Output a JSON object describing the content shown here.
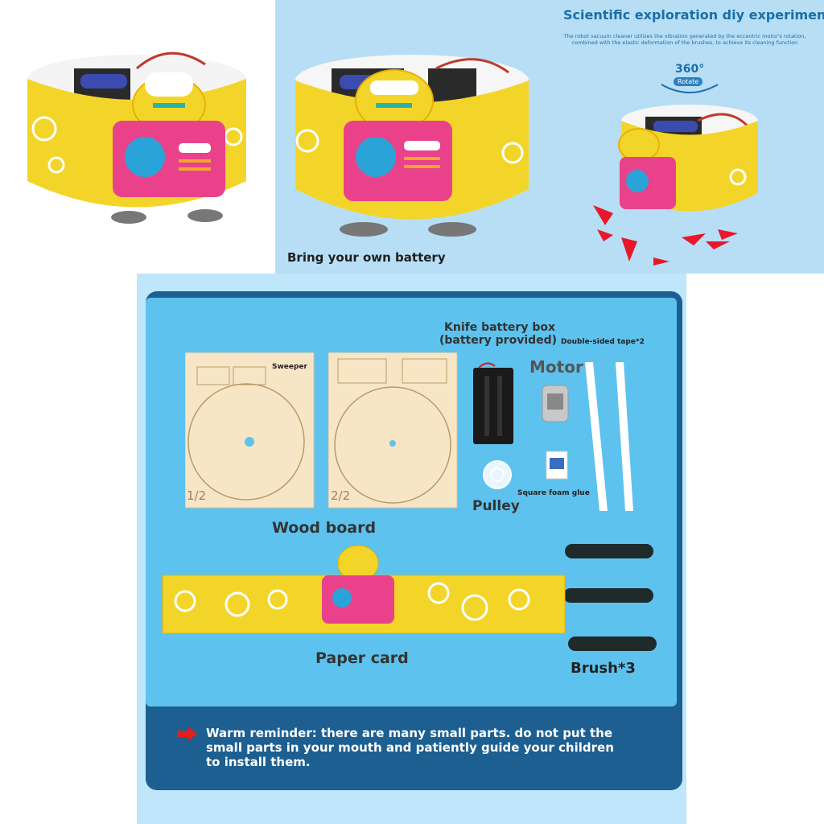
{
  "header": {
    "title": "Scientific exploration diy experiment",
    "subtitle_line1": "The robot vacuum cleaner utilizes the vibration generated by the eccentric motor's rotation,",
    "subtitle_line2": "combined with the elastic deformation of the brushes, to achieve its cleaning function"
  },
  "rotate": {
    "value": "360°",
    "label": "Rotate"
  },
  "captions": {
    "battery": "Bring your own battery"
  },
  "parts": {
    "wood_board": "Wood board",
    "sweeper": "Sweeper",
    "board1_num": "1/2",
    "board2_num": "2/2",
    "battery_box_line1": "Knife battery box",
    "battery_box_line2": "(battery provided)",
    "motor": "Motor",
    "tape": "Double-sided tape*2",
    "foam": "Square foam glue",
    "pulley": "Pulley",
    "paper_card": "Paper card",
    "brush": "Brush*3"
  },
  "reminder": {
    "line1": "Warm reminder: there are many small parts. do not put the",
    "line2": "small parts in your mouth and patiently guide your children",
    "line3": "to install them."
  },
  "colors": {
    "yellow": "#f3d52a",
    "pink": "#e9428a",
    "blue_panel": "#5ec2ee",
    "dark_blue": "#1d5f90",
    "title_blue": "#1a6ea8",
    "arrow_red": "#e02020"
  }
}
